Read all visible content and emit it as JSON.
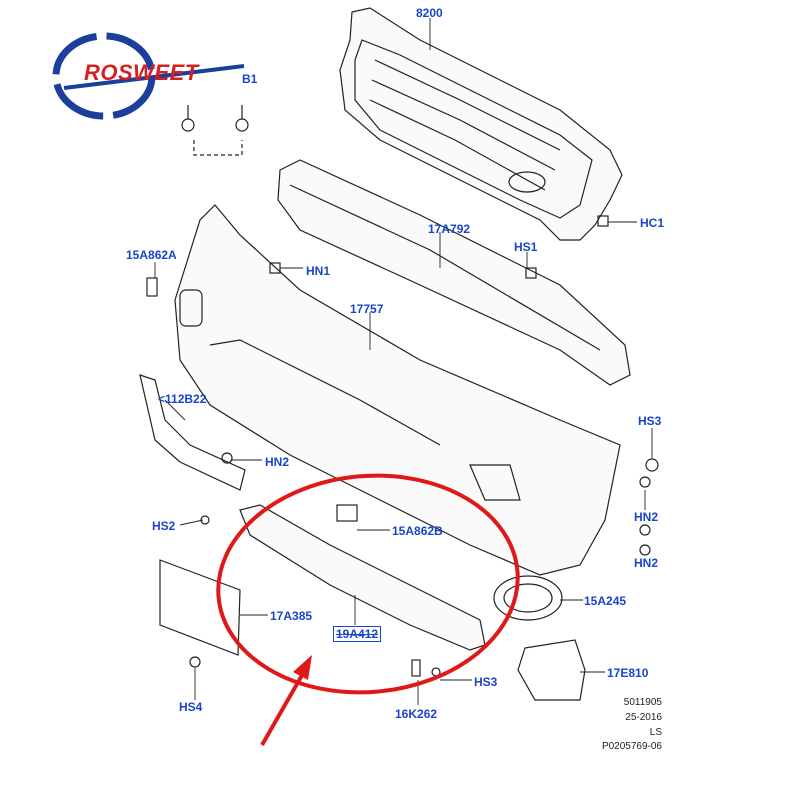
{
  "logo": {
    "text": "ROSWEET",
    "colors": {
      "ring": "#1d3f9c",
      "text": "#d62020"
    }
  },
  "labels": {
    "p8200": "8200",
    "b1": "B1",
    "hc1": "HC1",
    "a17a792": "17A792",
    "hs1": "HS1",
    "a15a862a": "15A862A",
    "hn1": "HN1",
    "p17757": "17757",
    "a112b22": "<112B22",
    "hs3_right": "HS3",
    "hn2_left": "HN2",
    "hs2": "HS2",
    "a15a862b": "15A862B",
    "hn2_right_1": "HN2",
    "hn2_right_2": "HN2",
    "a15a245": "15A245",
    "a17a385": "17A385",
    "a19a412": "19A412",
    "a17e810": "17E810",
    "hs3_bottom": "HS3",
    "hs4": "HS4",
    "a16k262": "16K262"
  },
  "footer": {
    "line1": "5011905",
    "line2": "25-2016",
    "line3": "LS",
    "line4": "P0205769-06"
  },
  "colors": {
    "label": "#1a45c8",
    "highlight": "#e01818",
    "line": "#222222"
  }
}
